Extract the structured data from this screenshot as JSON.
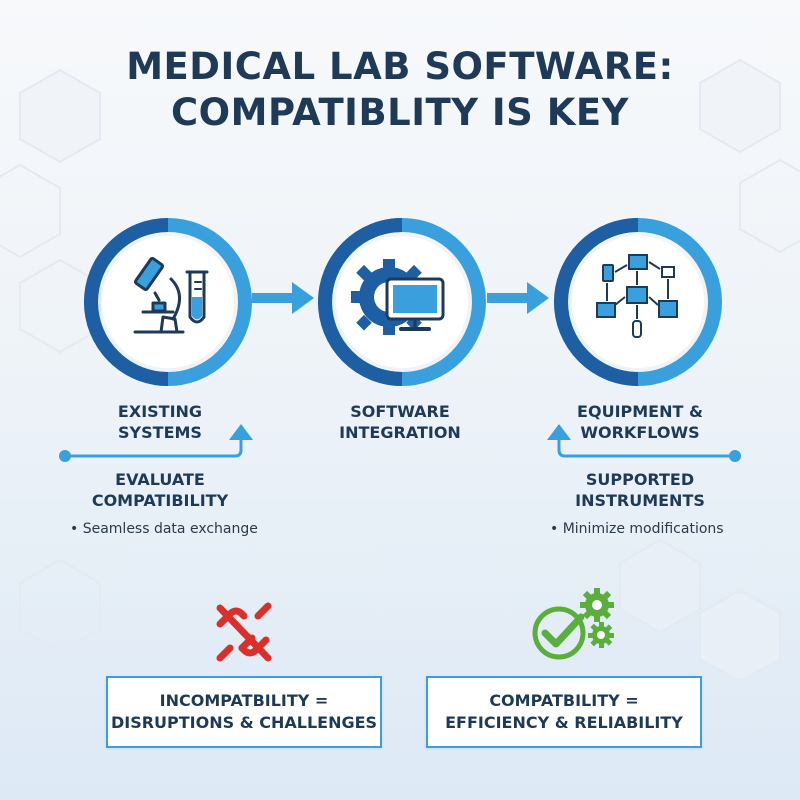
{
  "title": {
    "line1": "MEDICAL LAB SOFTWARE:",
    "line2": "COMPATIBLITY IS KEY"
  },
  "colors": {
    "dark_blue": "#1e5ea3",
    "light_blue": "#3aa0dd",
    "text": "#1e3a57",
    "red": "#d9302c",
    "green": "#5aae3c"
  },
  "steps": [
    {
      "label1": "EXISTING",
      "label2": "SYSTEMS",
      "icon": "microscope-and-test-tube-icon"
    },
    {
      "label1": "SOFTWARE",
      "label2": "INTEGRATION",
      "icon": "gear-monitor-icon"
    },
    {
      "label1": "EQUIPMENT &",
      "label2": "WORKFLOWS",
      "icon": "device-network-icon"
    }
  ],
  "left_note": {
    "title1": "EVALUATE",
    "title2": "COMPATIBILITY",
    "bullet": "• Seamless data exchange"
  },
  "right_note": {
    "title1": "SUPPORTED",
    "title2": "INSTRUMENTS",
    "bullet": "• Minimize modifications"
  },
  "outcomes": [
    {
      "line1": "INCOMPATBILITY =",
      "line2": "DISRUPTIONS & CHALLENGES",
      "icon": "broken-link-icon"
    },
    {
      "line1": "COMPATBILITY =",
      "line2": "EFFICIENCY & RELIABILITY",
      "icon": "check-gears-icon"
    }
  ]
}
